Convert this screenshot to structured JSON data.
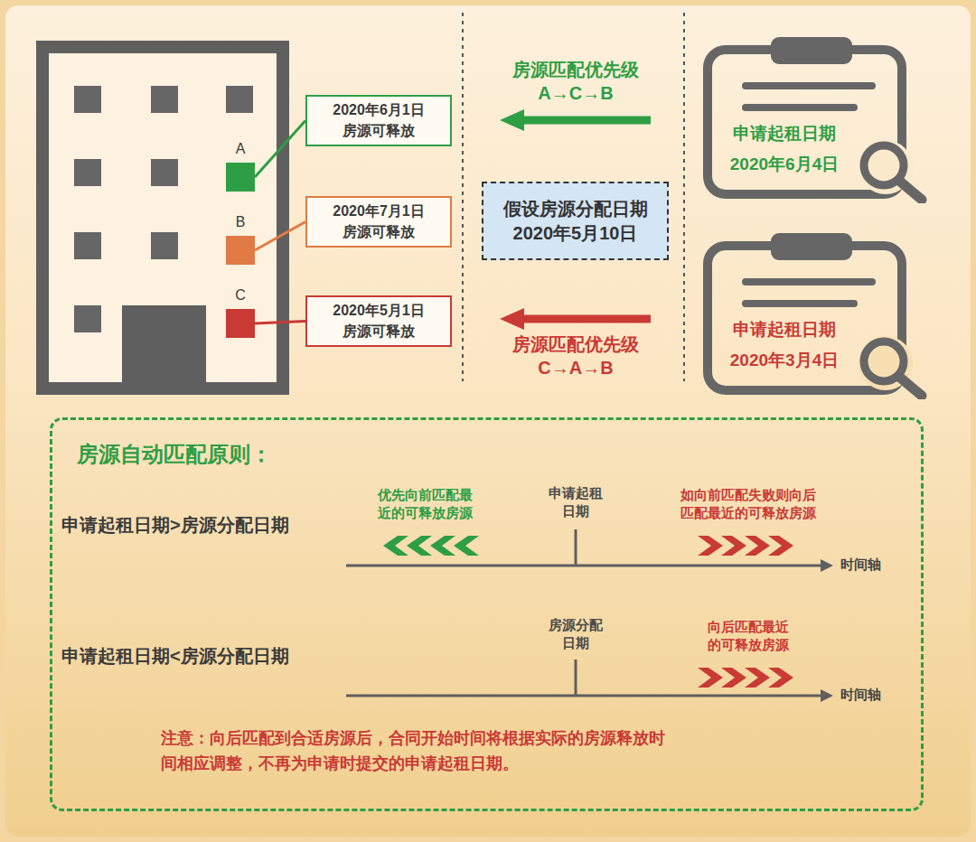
{
  "diagram": {
    "nodes": [
      {
        "text": [
          "A"
        ]
      },
      {
        "text": [
          "B"
        ]
      },
      {
        "text": [
          "C"
        ]
      },
      {
        "text": [
          "2020年6月1日 房源可释放"
        ]
      },
      {
        "text": [
          "2020年7月1日 房源可释放"
        ]
      },
      {
        "text": [
          "2020年5月1日 房源可释放"
        ]
      },
      {
        "text": [
          "假设房源分配日期 2020年5月10日"
        ]
      },
      {
        "text": [
          "申请起租日期 2020年6月4日"
        ]
      },
      {
        "text": [
          "申请起租日期 2020年3月4日"
        ]
      },
      {
        "text": [
          "房源自动匹配原则："
        ]
      }
    ],
    "edges": [
      {
        "from": 0,
        "to": 3,
        "arrow": "none"
      },
      {
        "from": 1,
        "to": 4,
        "arrow": "none"
      },
      {
        "from": 2,
        "to": 5,
        "arrow": "none"
      }
    ],
    "labels": [
      "房源匹配优先级 A→C→B",
      "房源匹配优先级 C→A→B",
      "申请起租日期>房源分配日期",
      "优先向前匹配最 近的可释放房源",
      "申请起租 日期",
      "如向前匹配失败则向后 匹配最近的可释放房源",
      "时间轴",
      "申请起租日期<房源分配日期",
      "房源分配 日期",
      "向后匹配最近 的可释放房源",
      "时间轴",
      "注意：向后匹配到合适房源后，合同开始时间将根据实际的房源释放时 间相应调整，不再为申请时提交的申请起租日期。"
    ]
  }
}
